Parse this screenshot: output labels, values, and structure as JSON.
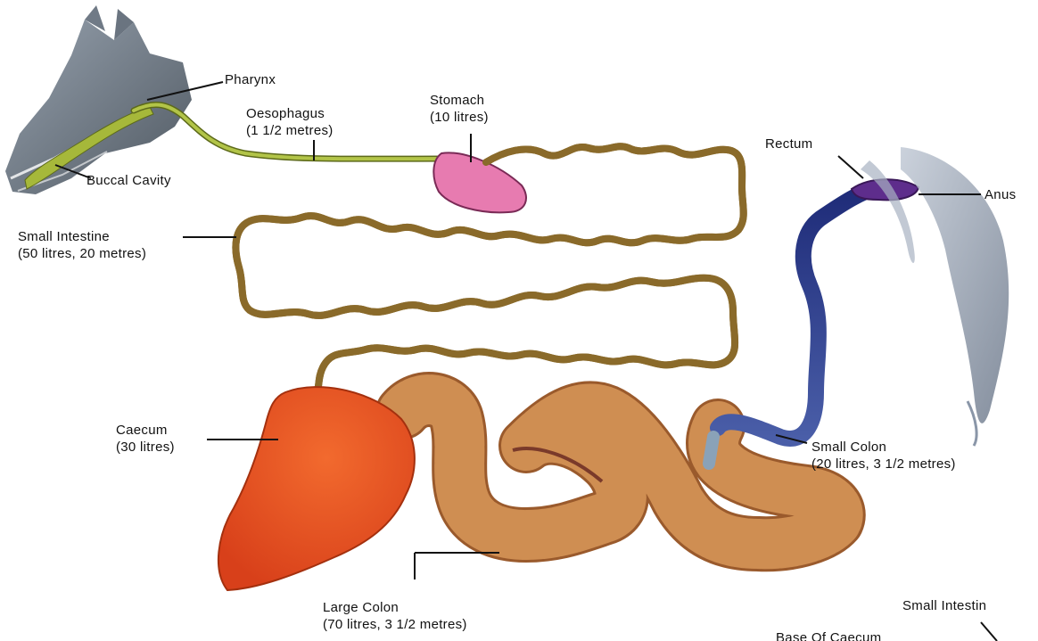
{
  "labels": {
    "pharynx": "Pharynx",
    "oesophagus": {
      "name": "Oesophagus",
      "detail": "(1 1/2 metres)"
    },
    "buccal_cavity": "Buccal Cavity",
    "stomach": {
      "name": "Stomach",
      "detail": "(10 litres)"
    },
    "small_intestine": {
      "name": "Small Intestine",
      "detail": "(50 litres, 20 metres)"
    },
    "rectum": "Rectum",
    "anus": "Anus",
    "caecum": {
      "name": "Caecum",
      "detail": "(30 litres)"
    },
    "small_colon": {
      "name": "Small Colon",
      "detail": "(20 litres, 3 1/2 metres)"
    },
    "large_colon": {
      "name": "Large Colon",
      "detail": "(70 litres, 3 1/2 metres)"
    },
    "small_intestine_corner": "Small Intestin",
    "base_of_caecum": "Base Of Caecum"
  },
  "colors": {
    "head": "#5c6670",
    "oesophagus": "#a6b83a",
    "stomach": "#e77bb0",
    "small_intestine": "#f2c45c",
    "small_intestine_edge": "#8a6a2a",
    "caecum": "#e8501e",
    "large_colon": "#c9864a",
    "large_colon_dark": "#9a5a2c",
    "small_colon": "#2c3d8a",
    "rectum": "#5e2d8c",
    "tail": "#8a96a8"
  }
}
